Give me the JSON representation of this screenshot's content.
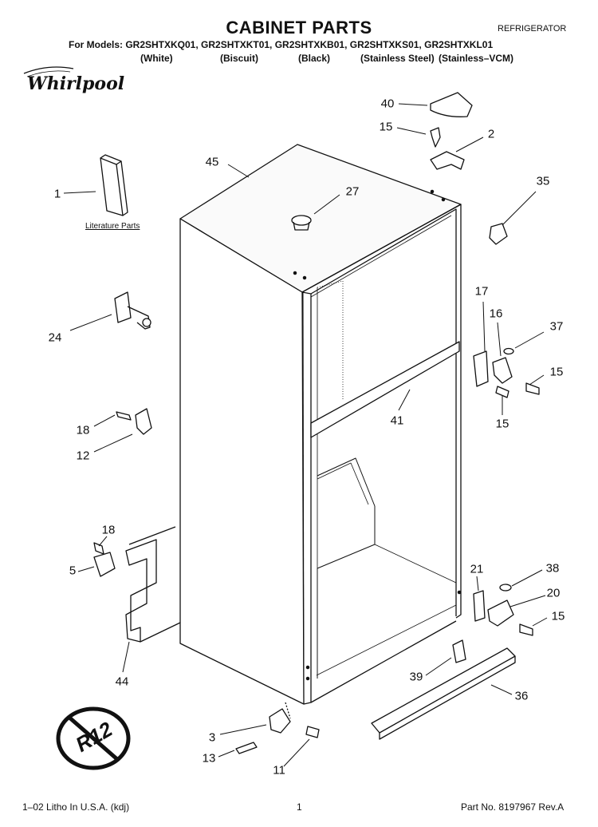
{
  "header": {
    "title": "CABINET PARTS",
    "appliance": "REFRIGERATOR",
    "models": "For Models: GR2SHTXKQ01, GR2SHTXKT01, GR2SHTXKB01, GR2SHTXKS01, GR2SHTXKL01",
    "colors": [
      "(White)",
      "(Biscuit)",
      "(Black)",
      "(Stainless Steel)",
      "(Stainless–VCM)"
    ]
  },
  "brand": {
    "logo_text": "Whirlpool"
  },
  "literature_label": "Literature Parts",
  "callouts": [
    "40",
    "15",
    "2",
    "45",
    "27",
    "35",
    "1",
    "24",
    "17",
    "16",
    "37",
    "15",
    "41",
    "15",
    "18",
    "12",
    "18",
    "5",
    "21",
    "38",
    "20",
    "15",
    "44",
    "39",
    "36",
    "3",
    "13",
    "11"
  ],
  "r12_badge": {
    "text": "R12",
    "icon": "no-r12-symbol"
  },
  "footer": {
    "left": "1–02 Litho In U.S.A. (kdj)",
    "page": "1",
    "part": "Part No. 8197967 Rev.A"
  }
}
